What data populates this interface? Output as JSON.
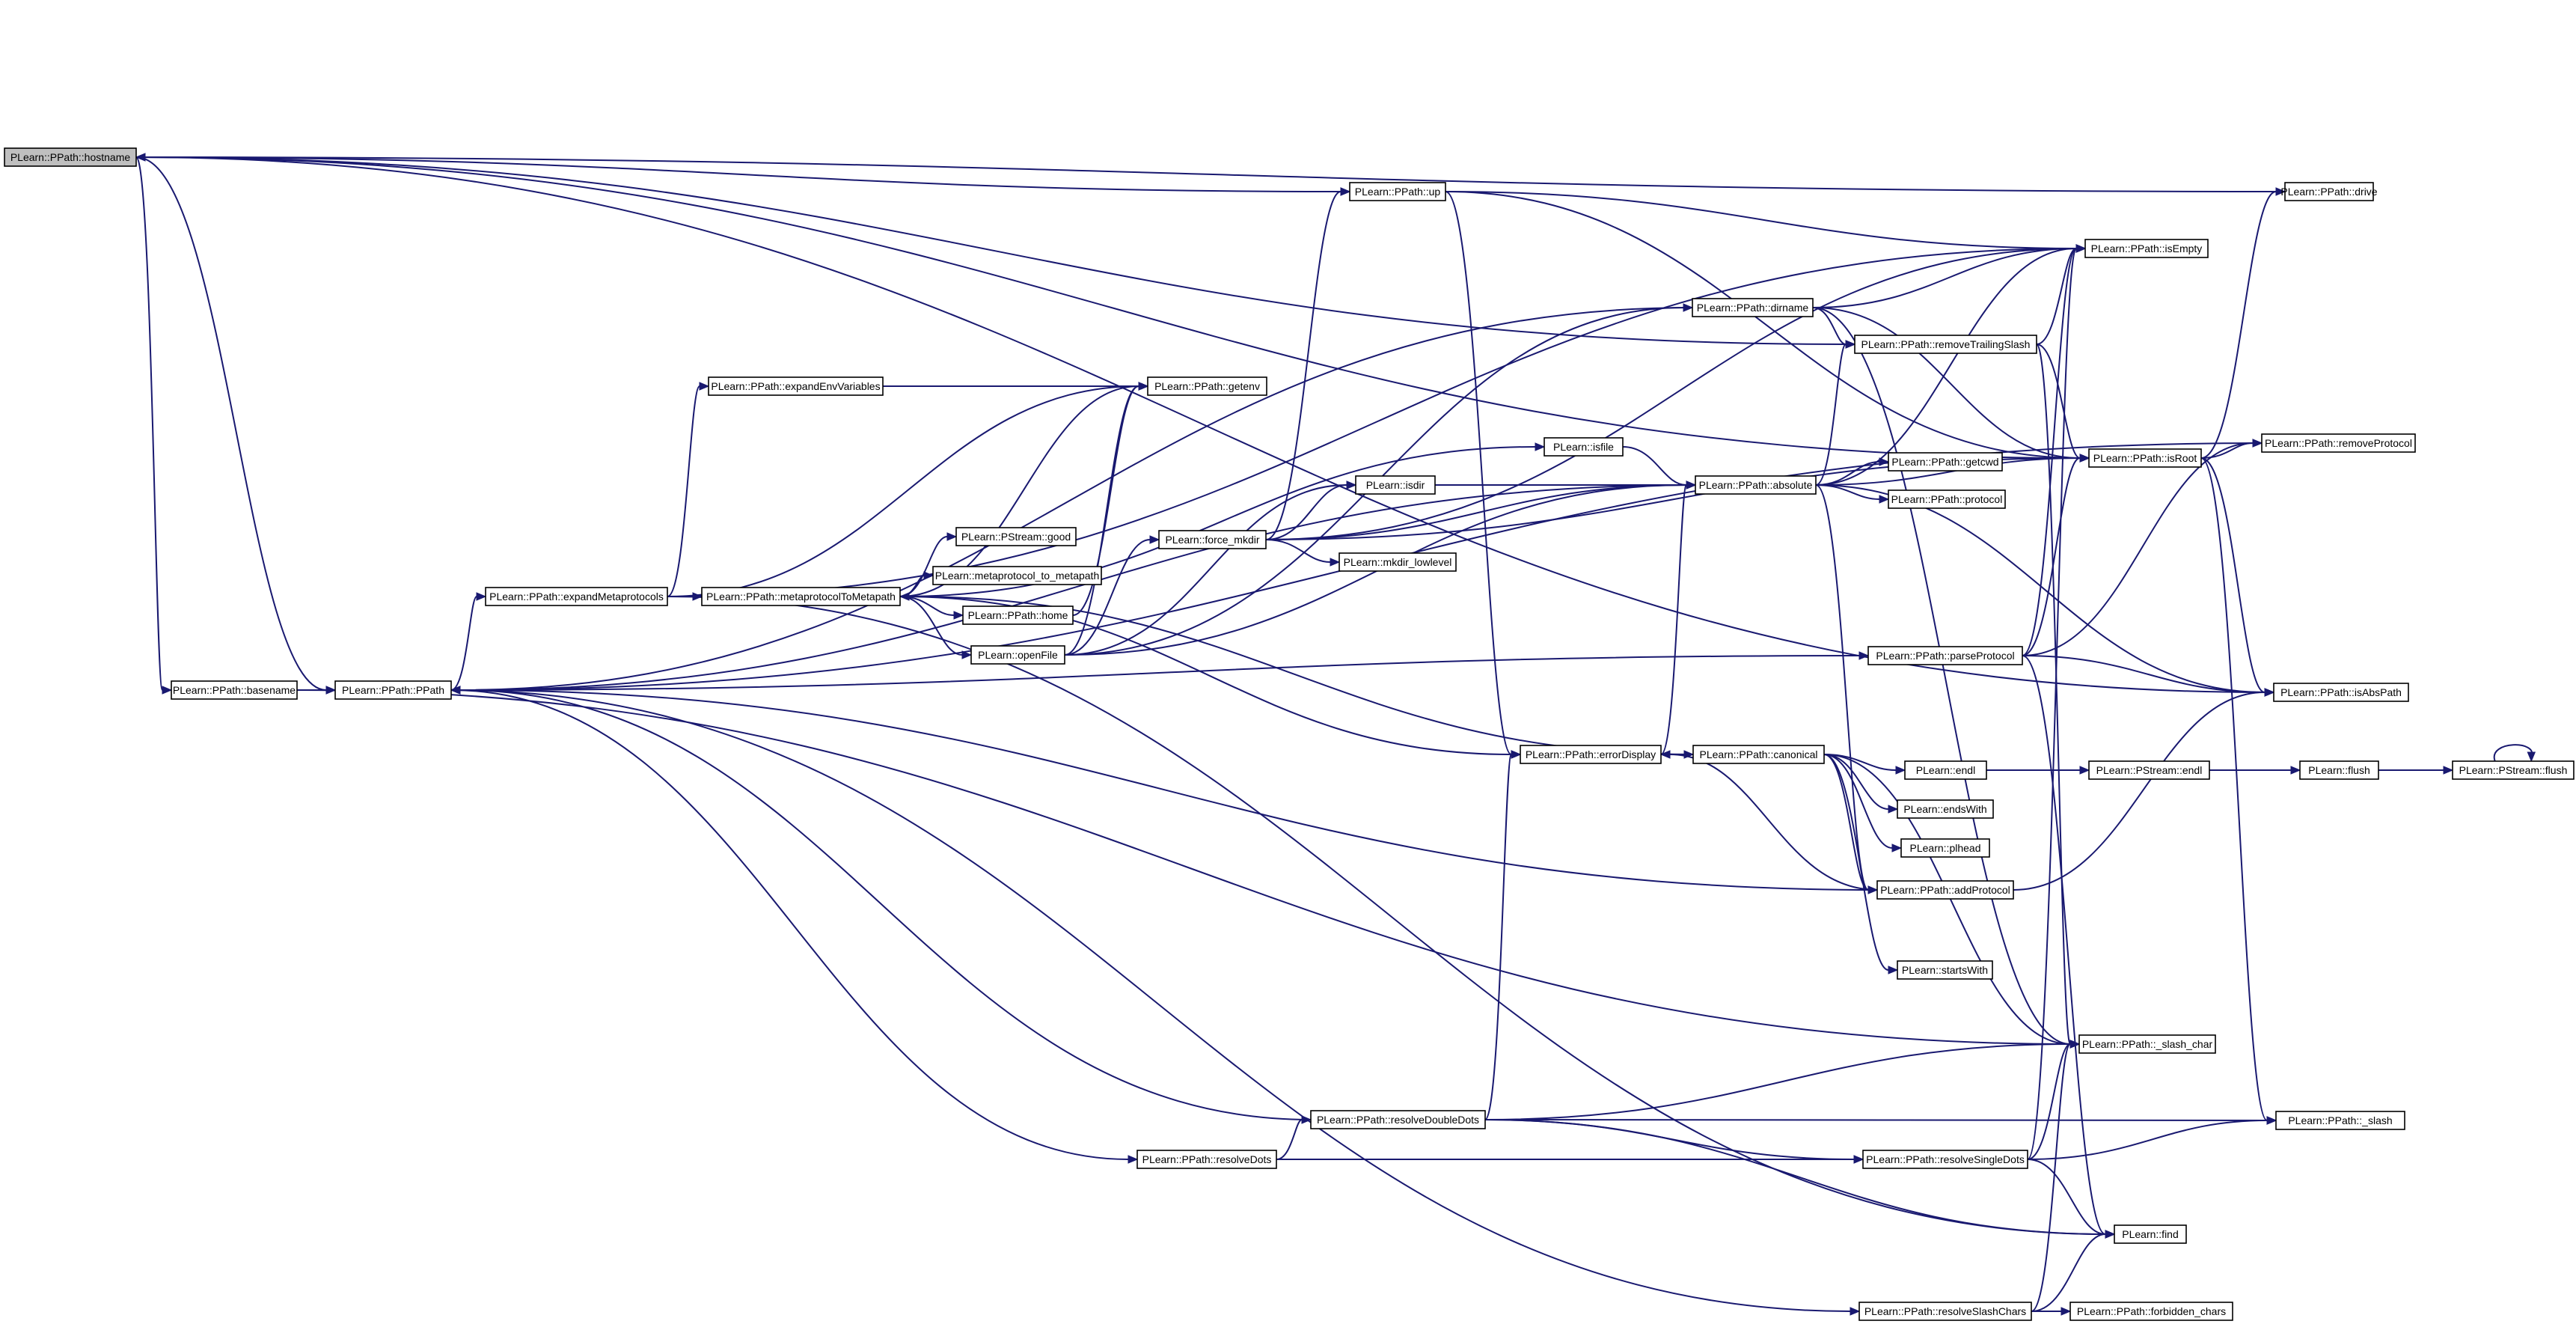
{
  "graph": {
    "title": "PLearn::PPath::hostname call graph",
    "edge_color": "#191970",
    "root_fill": "#bfbfbf",
    "nodes": [
      {
        "id": "hostname",
        "label": "PLearn::PPath::hostname",
        "root": true
      },
      {
        "id": "basename",
        "label": "PLearn::PPath::basename"
      },
      {
        "id": "PPath",
        "label": "PLearn::PPath::PPath"
      },
      {
        "id": "expandMetaprotocols",
        "label": "PLearn::PPath::expandMetaprotocols"
      },
      {
        "id": "expandEnvVariables",
        "label": "PLearn::PPath::expandEnvVariables"
      },
      {
        "id": "metaprotocolToMetapath",
        "label": "PLearn::PPath::metaprotocolToMetapath"
      },
      {
        "id": "PStreamGood",
        "label": "PLearn::PStream::good"
      },
      {
        "id": "metaprotocol_to_metapath",
        "label": "PLearn::metaprotocol_to_metapath"
      },
      {
        "id": "home",
        "label": "PLearn::PPath::home"
      },
      {
        "id": "openFile",
        "label": "PLearn::openFile"
      },
      {
        "id": "getenv",
        "label": "PLearn::PPath::getenv"
      },
      {
        "id": "up",
        "label": "PLearn::PPath::up"
      },
      {
        "id": "force_mkdir",
        "label": "PLearn::force_mkdir"
      },
      {
        "id": "isdir",
        "label": "PLearn::isdir"
      },
      {
        "id": "isfile",
        "label": "PLearn::isfile"
      },
      {
        "id": "mkdir_lowlevel",
        "label": "PLearn::mkdir_lowlevel"
      },
      {
        "id": "dirname",
        "label": "PLearn::PPath::dirname"
      },
      {
        "id": "absolute",
        "label": "PLearn::PPath::absolute"
      },
      {
        "id": "errorDisplay",
        "label": "PLearn::PPath::errorDisplay"
      },
      {
        "id": "canonical",
        "label": "PLearn::PPath::canonical"
      },
      {
        "id": "removeTrailingSlash",
        "label": "PLearn::PPath::removeTrailingSlash"
      },
      {
        "id": "getcwd",
        "label": "PLearn::PPath::getcwd"
      },
      {
        "id": "protocol",
        "label": "PLearn::PPath::protocol"
      },
      {
        "id": "parseProtocol",
        "label": "PLearn::PPath::parseProtocol"
      },
      {
        "id": "endl",
        "label": "PLearn::endl"
      },
      {
        "id": "endsWith",
        "label": "PLearn::endsWith"
      },
      {
        "id": "plhead",
        "label": "PLearn::plhead"
      },
      {
        "id": "addProtocol",
        "label": "PLearn::PPath::addProtocol"
      },
      {
        "id": "startsWith",
        "label": "PLearn::startsWith"
      },
      {
        "id": "resolveDoubleDots",
        "label": "PLearn::PPath::resolveDoubleDots"
      },
      {
        "id": "resolveDots",
        "label": "PLearn::PPath::resolveDots"
      },
      {
        "id": "resolveSingleDots",
        "label": "PLearn::PPath::resolveSingleDots"
      },
      {
        "id": "resolveSlashChars",
        "label": "PLearn::PPath::resolveSlashChars"
      },
      {
        "id": "forbidden_chars",
        "label": "PLearn::PPath::forbidden_chars"
      },
      {
        "id": "isEmpty",
        "label": "PLearn::PPath::isEmpty"
      },
      {
        "id": "isRoot",
        "label": "PLearn::PPath::isRoot"
      },
      {
        "id": "PStreamEndl",
        "label": "PLearn::PStream::endl"
      },
      {
        "id": "slash_char",
        "label": "PLearn::PPath::_slash_char"
      },
      {
        "id": "find",
        "label": "PLearn::find"
      },
      {
        "id": "drive",
        "label": "PLearn::PPath::drive"
      },
      {
        "id": "removeProtocol",
        "label": "PLearn::PPath::removeProtocol"
      },
      {
        "id": "isAbsPath",
        "label": "PLearn::PPath::isAbsPath"
      },
      {
        "id": "flush",
        "label": "PLearn::flush"
      },
      {
        "id": "PStreamFlush",
        "label": "PLearn::PStream::flush"
      },
      {
        "id": "slash",
        "label": "PLearn::PPath::_slash"
      }
    ],
    "edges": [
      [
        "hostname",
        "basename"
      ],
      [
        "hostname",
        "PPath"
      ],
      [
        "hostname",
        "up"
      ],
      [
        "hostname",
        "removeTrailingSlash"
      ],
      [
        "hostname",
        "isRoot"
      ],
      [
        "hostname",
        "isAbsPath"
      ],
      [
        "basename",
        "PPath"
      ],
      [
        "basename",
        "slash_char"
      ],
      [
        "PPath",
        "expandMetaprotocols"
      ],
      [
        "PPath",
        "parseProtocol"
      ],
      [
        "PPath",
        "resolveDots"
      ],
      [
        "PPath",
        "resolveSlashChars"
      ],
      [
        "expandMetaprotocols",
        "expandEnvVariables"
      ],
      [
        "expandMetaprotocols",
        "metaprotocolToMetapath"
      ],
      [
        "expandMetaprotocols",
        "getenv"
      ],
      [
        "expandMetaprotocols",
        "isEmpty"
      ],
      [
        "expandMetaprotocols",
        "find"
      ],
      [
        "expandEnvVariables",
        "getenv"
      ],
      [
        "metaprotocolToMetapath",
        "PStreamGood"
      ],
      [
        "metaprotocolToMetapath",
        "metaprotocol_to_metapath"
      ],
      [
        "metaprotocolToMetapath",
        "home"
      ],
      [
        "metaprotocolToMetapath",
        "openFile"
      ],
      [
        "metaprotocolToMetapath",
        "getenv"
      ],
      [
        "metaprotocolToMetapath",
        "isfile"
      ],
      [
        "metaprotocolToMetapath",
        "errorDisplay"
      ],
      [
        "home",
        "getenv"
      ],
      [
        "openFile",
        "getenv"
      ],
      [
        "openFile",
        "force_mkdir"
      ],
      [
        "openFile",
        "isdir"
      ],
      [
        "openFile",
        "dirname"
      ],
      [
        "openFile",
        "absolute"
      ],
      [
        "force_mkdir",
        "up"
      ],
      [
        "force_mkdir",
        "isdir"
      ],
      [
        "force_mkdir",
        "mkdir_lowlevel"
      ],
      [
        "force_mkdir",
        "absolute"
      ],
      [
        "force_mkdir",
        "isEmpty"
      ],
      [
        "force_mkdir",
        "isRoot"
      ],
      [
        "isdir",
        "absolute"
      ],
      [
        "isfile",
        "absolute"
      ],
      [
        "up",
        "errorDisplay"
      ],
      [
        "up",
        "isEmpty"
      ],
      [
        "up",
        "isRoot"
      ],
      [
        "dirname",
        "PPath"
      ],
      [
        "dirname",
        "isEmpty"
      ],
      [
        "dirname",
        "removeTrailingSlash"
      ],
      [
        "dirname",
        "isRoot"
      ],
      [
        "dirname",
        "slash_char"
      ],
      [
        "absolute",
        "PPath"
      ],
      [
        "absolute",
        "isEmpty"
      ],
      [
        "absolute",
        "removeTrailingSlash"
      ],
      [
        "absolute",
        "isRoot"
      ],
      [
        "absolute",
        "getcwd"
      ],
      [
        "absolute",
        "protocol"
      ],
      [
        "absolute",
        "isAbsPath"
      ],
      [
        "absolute",
        "addProtocol"
      ],
      [
        "errorDisplay",
        "absolute"
      ],
      [
        "errorDisplay",
        "canonical"
      ],
      [
        "canonical",
        "metaprotocolToMetapath"
      ],
      [
        "canonical",
        "endl"
      ],
      [
        "canonical",
        "endsWith"
      ],
      [
        "canonical",
        "plhead"
      ],
      [
        "canonical",
        "addProtocol"
      ],
      [
        "canonical",
        "startsWith"
      ],
      [
        "canonical",
        "slash_char"
      ],
      [
        "removeTrailingSlash",
        "isEmpty"
      ],
      [
        "removeTrailingSlash",
        "isRoot"
      ],
      [
        "removeTrailingSlash",
        "slash_char"
      ],
      [
        "parseProtocol",
        "isEmpty"
      ],
      [
        "parseProtocol",
        "isRoot"
      ],
      [
        "parseProtocol",
        "removeProtocol"
      ],
      [
        "parseProtocol",
        "isAbsPath"
      ],
      [
        "parseProtocol",
        "find"
      ],
      [
        "endl",
        "PStreamEndl"
      ],
      [
        "PStreamEndl",
        "flush"
      ],
      [
        "flush",
        "PStreamFlush"
      ],
      [
        "PStreamFlush",
        "PStreamFlush"
      ],
      [
        "addProtocol",
        "PPath"
      ],
      [
        "addProtocol",
        "errorDisplay"
      ],
      [
        "addProtocol",
        "isAbsPath"
      ],
      [
        "resolveDots",
        "resolveDoubleDots"
      ],
      [
        "resolveDots",
        "resolveSingleDots"
      ],
      [
        "resolveDoubleDots",
        "PPath"
      ],
      [
        "resolveDoubleDots",
        "errorDisplay"
      ],
      [
        "resolveDoubleDots",
        "resolveSingleDots"
      ],
      [
        "resolveDoubleDots",
        "slash_char"
      ],
      [
        "resolveDoubleDots",
        "slash"
      ],
      [
        "resolveDoubleDots",
        "find"
      ],
      [
        "resolveSingleDots",
        "isEmpty"
      ],
      [
        "resolveSingleDots",
        "slash_char"
      ],
      [
        "resolveSingleDots",
        "slash"
      ],
      [
        "resolveSingleDots",
        "find"
      ],
      [
        "resolveSlashChars",
        "forbidden_chars"
      ],
      [
        "resolveSlashChars",
        "slash_char"
      ],
      [
        "resolveSlashChars",
        "find"
      ],
      [
        "isRoot",
        "drive"
      ],
      [
        "isRoot",
        "removeProtocol"
      ],
      [
        "isRoot",
        "isAbsPath"
      ],
      [
        "isRoot",
        "slash"
      ],
      [
        "removeProtocol",
        "PPath"
      ],
      [
        "drive",
        "hostname"
      ]
    ]
  }
}
